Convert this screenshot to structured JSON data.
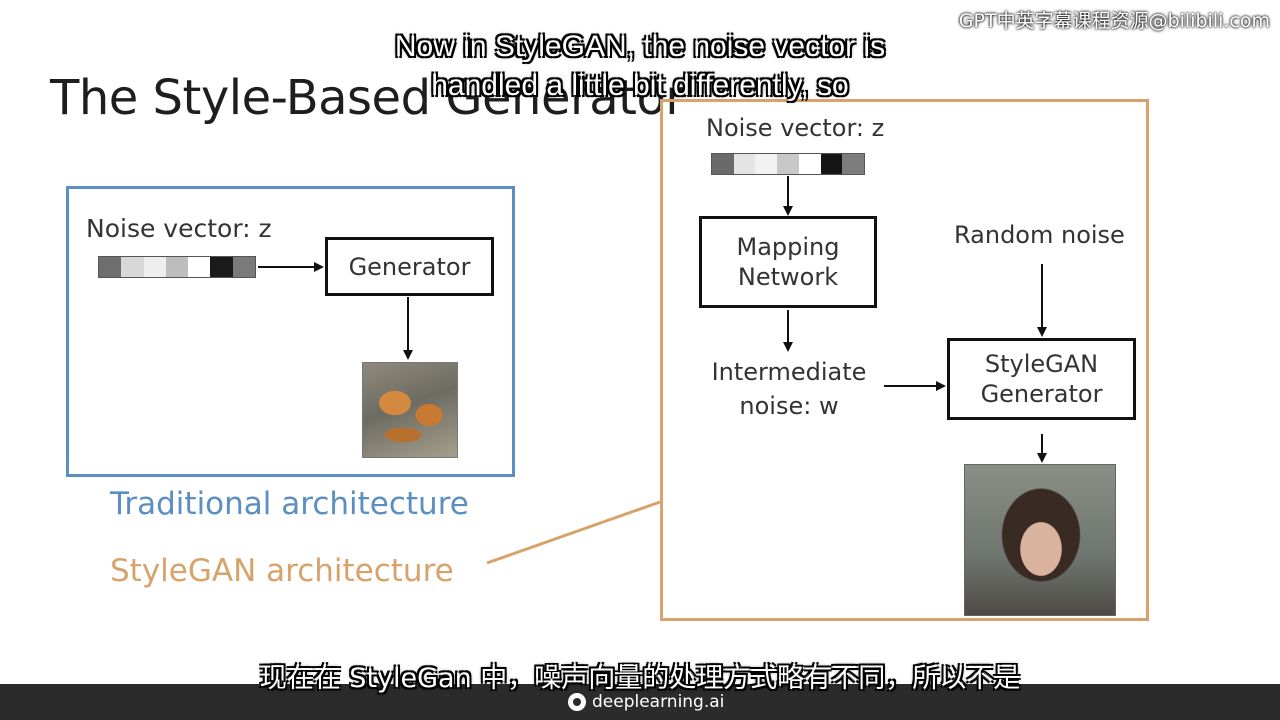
{
  "slide": {
    "title": "The Style-Based Generator"
  },
  "watermark": "GPT中英字幕课程资源@bilibili.com",
  "subtitles": {
    "en_line1": "Now in StyleGAN, the noise vector is",
    "en_line2": "handled a little bit differently, so",
    "zh": "现在在 StyleGan 中，噪声向量的处理方式略有不同，所以不是"
  },
  "traditional": {
    "noise_label": "Noise vector: z",
    "generator_label": "Generator",
    "caption": "Traditional architecture",
    "vector_shades": [
      "#6e6e6e",
      "#d8d8d8",
      "#eeeeee",
      "#bdbdbd",
      "#ffffff",
      "#1a1a1a",
      "#7a7a7a"
    ]
  },
  "stylegan": {
    "noise_label": "Noise vector: z",
    "mapping_label": "Mapping Network",
    "intermediate_label": "Intermediate noise: w",
    "random_noise_label": "Random noise",
    "generator_label": "StyleGAN Generator",
    "caption": "StyleGAN architecture",
    "vector_shades": [
      "#6a6a6a",
      "#e4e4e4",
      "#f2f2f2",
      "#c8c8c8",
      "#ffffff",
      "#151515",
      "#7d7d7d"
    ]
  },
  "footer": {
    "brand": "deeplearning.ai"
  },
  "colors": {
    "traditional_accent": "#5b8fc2",
    "stylegan_accent": "#d8a26b"
  }
}
